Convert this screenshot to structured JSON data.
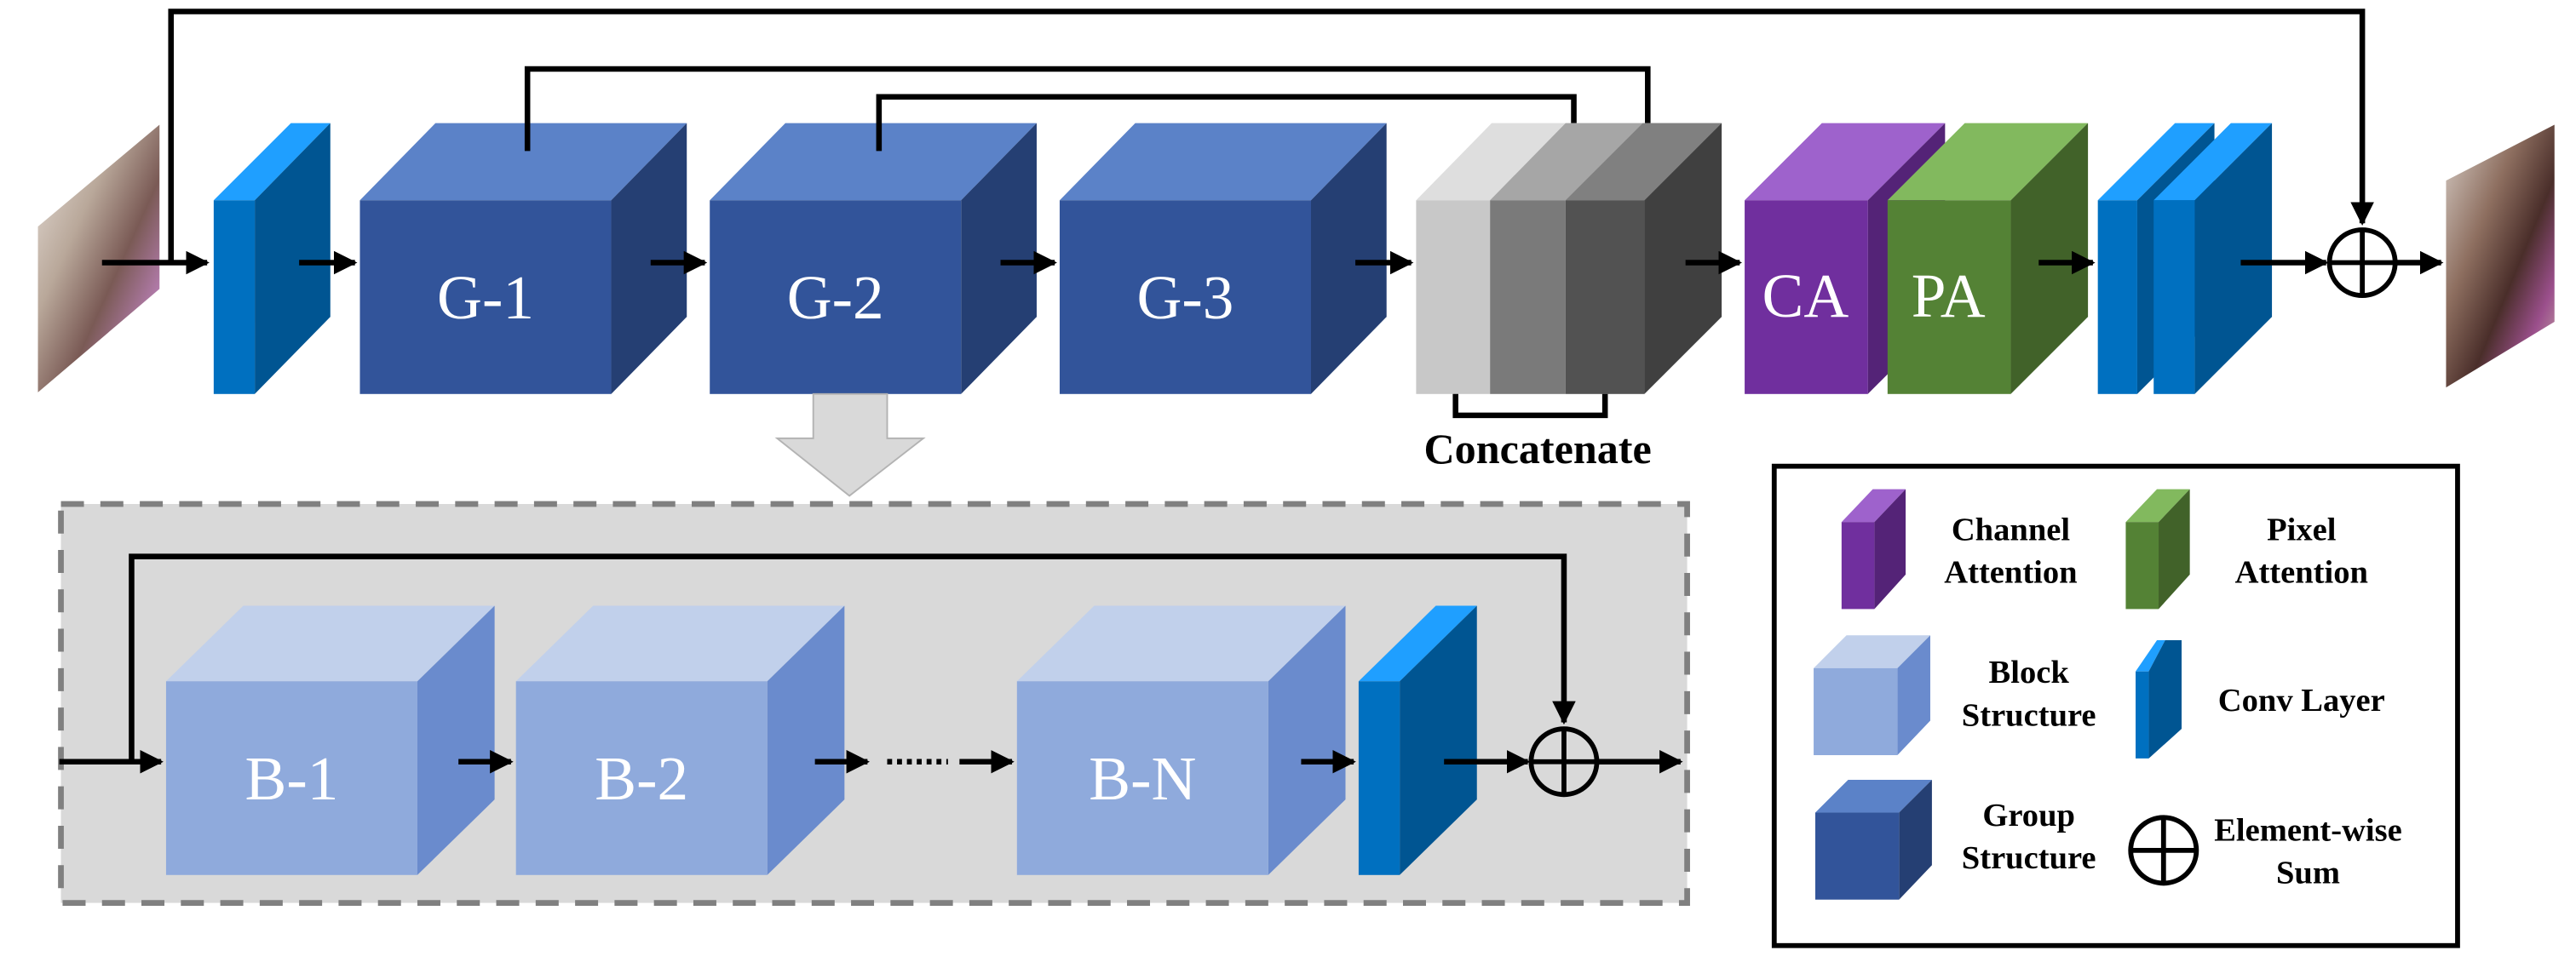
{
  "main_pipeline": {
    "input_image": "hazy-input-image",
    "output_image": "dehazed-output-image",
    "groups": [
      {
        "label": "G-1"
      },
      {
        "label": "G-2"
      },
      {
        "label": "G-3"
      }
    ],
    "concat_label": "Concatenate",
    "channel_attention_label": "CA",
    "pixel_attention_label": "PA"
  },
  "group_detail": {
    "blocks": [
      {
        "label": "B-1"
      },
      {
        "label": "B-2"
      },
      {
        "label": "B-N"
      }
    ],
    "ellipsis": "......"
  },
  "legend": {
    "items": [
      {
        "line1": "Channel",
        "line2": "Attention",
        "icon": "purple-cube"
      },
      {
        "line1": "Pixel",
        "line2": "Attention",
        "icon": "green-cube"
      },
      {
        "line1": "Block",
        "line2": "Structure",
        "icon": "light-blue-cube"
      },
      {
        "line1": "Conv Layer",
        "line2": "",
        "icon": "blue-slab"
      },
      {
        "line1": "Group",
        "line2": "Structure",
        "icon": "dark-blue-cube"
      },
      {
        "line1": "Element-wise",
        "line2": "Sum",
        "icon": "circle-plus"
      }
    ]
  },
  "colors": {
    "group_front": "#32549A",
    "group_top": "#5B82C8",
    "group_side": "#253F73",
    "block_front": "#8FAADC",
    "block_top": "#C1D0EB",
    "block_side": "#6A8BCD",
    "conv_front": "#0070C0",
    "conv_top": "#1F9FFF",
    "conv_side": "#005592",
    "ca_front": "#702F9E",
    "ca_top": "#9E62CC",
    "ca_side": "#542377",
    "pa_front": "#548235",
    "pa_top": "#82B95E",
    "pa_side": "#416229",
    "panel_bg": "#D9D9D9",
    "panel_border": "#808080"
  }
}
